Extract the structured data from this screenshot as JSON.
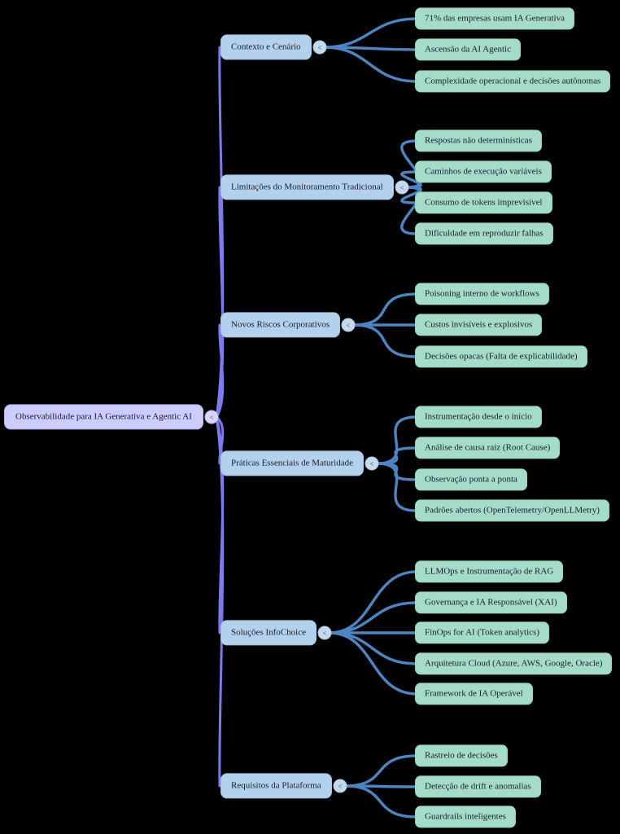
{
  "diagram": {
    "title": "Observabilidade para IA Generativa e Agentic AI",
    "toggle_glyph": "<",
    "root": {
      "label": "Observabilidade para IA Generativa e Agentic AI"
    },
    "branches": [
      {
        "label": "Contexto e Cenário",
        "children": [
          "71% das empresas usam IA Generativa",
          "Ascensão da AI Agentic",
          "Complexidade operacional e decisões autônomas"
        ]
      },
      {
        "label": "Limitações do Monitoramento Tradicional",
        "children": [
          "Respostas não determinísticas",
          "Caminhos de execução variáveis",
          "Consumo de tokens imprevisível",
          "Dificuldade em reproduzir falhas"
        ]
      },
      {
        "label": "Novos Riscos Corporativos",
        "children": [
          "Poisoning interno de workflows",
          "Custos invisíveis e explosivos",
          "Decisões opacas (Falta de explicabilidade)"
        ]
      },
      {
        "label": "Práticas Essenciais de Maturidade",
        "children": [
          "Instrumentação desde o início",
          "Análise de causa raiz (Root Cause)",
          "Observação ponta a ponta",
          "Padrões abertos (OpenTelemetry/OpenLLMetry)"
        ]
      },
      {
        "label": "Soluções InfoChoice",
        "children": [
          "LLMOps e Instrumentação de RAG",
          "Governança e IA Responsável (XAI)",
          "FinOps for AI (Token analytics)",
          "Arquitetura Cloud (Azure, AWS, Google, Oracle)",
          "Framework de IA Operável"
        ]
      },
      {
        "label": "Requisitos da Plataforma",
        "children": [
          "Rastreio de decisões",
          "Detecção de drift e anomalias",
          "Guardrails inteligentes"
        ]
      }
    ],
    "colors": {
      "background": "#000000",
      "root_fill": "#ccccff",
      "branch_fill": "#b3d1ec",
      "leaf_fill": "#a5dcc9",
      "root_edge": "#7c7cf0",
      "leaf_edge": "#4d85c3",
      "text": "#181d2c"
    }
  }
}
